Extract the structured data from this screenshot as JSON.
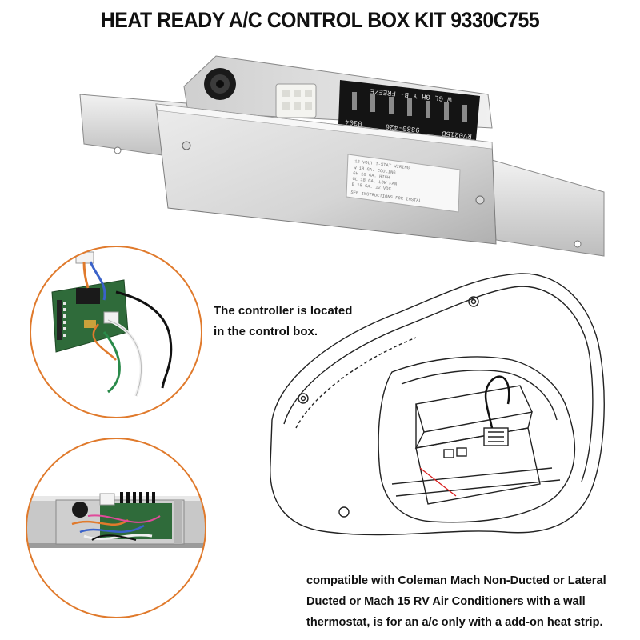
{
  "title": "HEAT READY A/C CONTROL BOX KIT 9330C755",
  "captions": {
    "controller_line1": "The controller is located",
    "controller_line2": "in the control box.",
    "compat_line1": "compatible with Coleman Mach Non-Ducted or Lateral",
    "compat_line2": "Ducted or Mach 15 RV Air Conditioners with a wall",
    "compat_line3": "thermostat, is for an a/c only with a add-on heat strip."
  },
  "control_box": {
    "terminal_labels": "W  GL GH  Y  B-  FREEZE",
    "model_code": "9330-426",
    "board_code": "RV0215D",
    "date_code": "0304",
    "sticker_title": "12 VOLT T-STAT WIRING",
    "sticker_lines": [
      "W    18 GA. COOLING",
      "GH   18 GA. HIGH",
      "GL   18 GA. LOW FAN",
      "B    18 GA. 12 VDC"
    ],
    "sticker_footer": "SEE INSTRUCTIONS FOR INSTAL"
  },
  "colors": {
    "metal_light": "#e6e6e6",
    "metal_mid": "#c4c4c4",
    "metal_dark": "#9a9a9a",
    "circle_border": "#e07a2c",
    "pcb_green": "#2f6b3a",
    "terminal_black": "#151515"
  }
}
